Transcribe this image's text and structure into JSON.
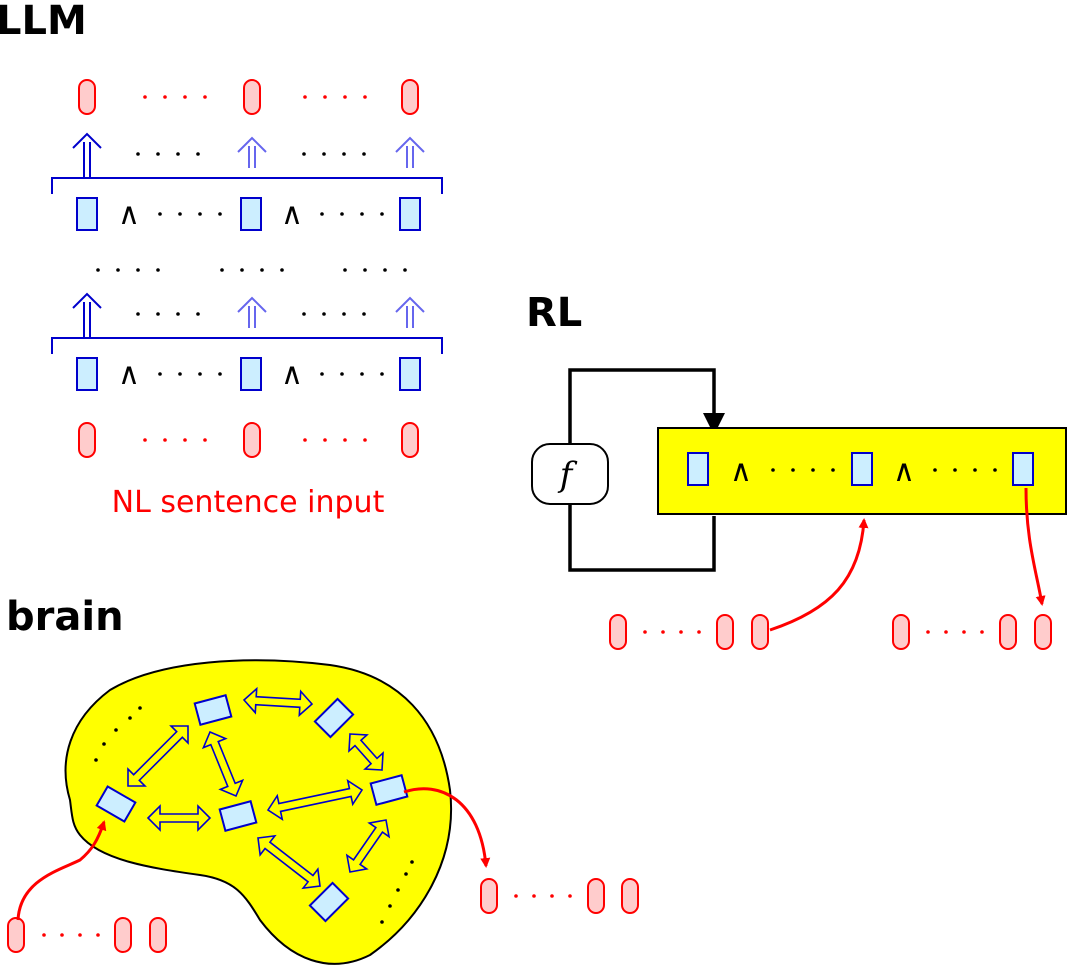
{
  "titles": {
    "llm": "LLM",
    "rl": "RL",
    "brain": "brain"
  },
  "llm": {
    "input_label": "NL sentence input"
  },
  "rl": {
    "function_label": "f"
  },
  "colors": {
    "token_fill": "#ffcccc",
    "token_stroke": "#ff0000",
    "node_fill": "#cceeff",
    "node_stroke": "#0000cc",
    "arrow_blue": "#0000cc",
    "arrow_blue_faded": "#6666ee",
    "highlight_yellow": "#ffff00",
    "red_arrow": "#ff0000",
    "black": "#000000"
  },
  "symbols": {
    "conjunction": "∧",
    "ellipsis": "· · · ·"
  },
  "icons": {
    "token": "rounded-token-shape",
    "node": "rectangle-node-shape",
    "up_arrow": "double-up-arrow-icon",
    "bidirectional": "double-headed-arrow-icon"
  }
}
